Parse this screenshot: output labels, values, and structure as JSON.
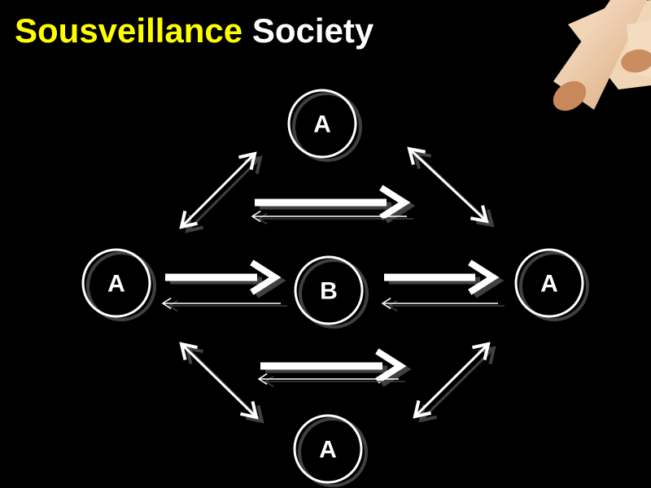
{
  "title": {
    "part1": "Sousveillance",
    "part2": "Society"
  },
  "colors": {
    "accent": "#ffff00",
    "text": "#ffffff",
    "shadow": "#404040",
    "background": "#000000"
  },
  "image": {
    "name": "scroll-image"
  },
  "nodes": [
    {
      "id": "top",
      "label": "A"
    },
    {
      "id": "left",
      "label": "A"
    },
    {
      "id": "center",
      "label": "B"
    },
    {
      "id": "right",
      "label": "A"
    },
    {
      "id": "bottom",
      "label": "A"
    }
  ]
}
